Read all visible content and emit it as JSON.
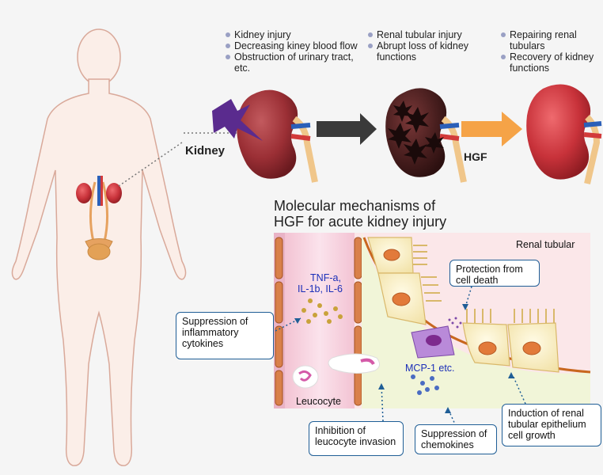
{
  "stages": [
    {
      "bullets": [
        "Kidney injury",
        "Decreasing kiney blood flow",
        "Obstruction of urinary tract, etc."
      ]
    },
    {
      "bullets": [
        "Renal tubular injury",
        "Abrupt loss of kidney functions"
      ]
    },
    {
      "bullets": [
        "Repairing renal tubulars",
        "Recovery of kidney functions"
      ]
    }
  ],
  "labels": {
    "kidney": "Kidney",
    "hgf": "HGF",
    "title_line1": "Molecular mechanisms of",
    "title_line2": "HGF for acute kidney injury",
    "renal_tubular": "Renal tubular",
    "cytokines_line1": "TNF-a,",
    "cytokines_line2": "IL-1b, IL-6",
    "mcp": "MCP-1 etc.",
    "leucocyte": "Leucocyte"
  },
  "callouts": {
    "protection": "Protection from cell death",
    "inflammatory": "Suppression of inflammatory cytokines",
    "leucocyte_invasion": "Inhibition of leucocyte invasion",
    "chemokines": "Suppression of chemokines",
    "growth": "Induction of renal tubular epithelium cell growth"
  },
  "colors": {
    "body_outline": "#d9a99a",
    "kidney_healthy": "#c8323a",
    "kidney_injured": "#4a1f1f",
    "arrow_dark": "#3a3a3a",
    "arrow_hgf": "#f5a347",
    "callout_border": "#1f5e96",
    "blood_vessel": "#f6d6e2",
    "tubular_bg": "#fbe7e9",
    "membrane": "#c8671e"
  },
  "icons": [
    "lightning-icon",
    "arrow-right-icon"
  ]
}
